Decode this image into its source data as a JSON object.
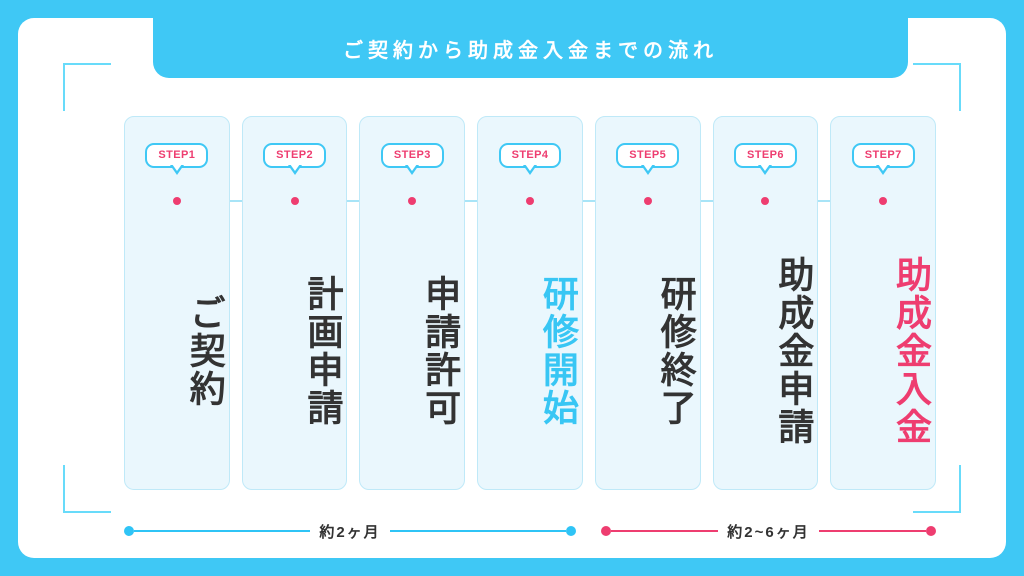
{
  "header": {
    "title": "ご契約から助成金入金までの流れ",
    "banner_color": "#3FC8F5"
  },
  "theme": {
    "background": "#3FC8F5",
    "card_background": "#FFFFFF",
    "column_background": "#EAF7FD",
    "column_border": "#BFE9F8",
    "accent_cyan": "#38C6F4",
    "accent_pink": "#EE3D70",
    "text_dark": "#333333",
    "connector_line": "#A8E4F7"
  },
  "steps": [
    {
      "badge": "STEP1",
      "label": "ご契約",
      "highlight": "none"
    },
    {
      "badge": "STEP2",
      "label": "計画申請",
      "highlight": "none"
    },
    {
      "badge": "STEP3",
      "label": "申請許可",
      "highlight": "none"
    },
    {
      "badge": "STEP4",
      "label": "研修開始",
      "highlight": "blue"
    },
    {
      "badge": "STEP5",
      "label": "研修終了",
      "highlight": "none"
    },
    {
      "badge": "STEP6",
      "label": "助成金申請",
      "highlight": "none"
    },
    {
      "badge": "STEP7",
      "label": "助成金入金",
      "highlight": "pink"
    }
  ],
  "timelines": [
    {
      "label": "約2ヶ月",
      "color": "#2FC4F6",
      "spans_steps": "STEP1-STEP4"
    },
    {
      "label": "約2~6ヶ月",
      "color": "#EE3D70",
      "spans_steps": "STEP5-STEP7"
    }
  ]
}
